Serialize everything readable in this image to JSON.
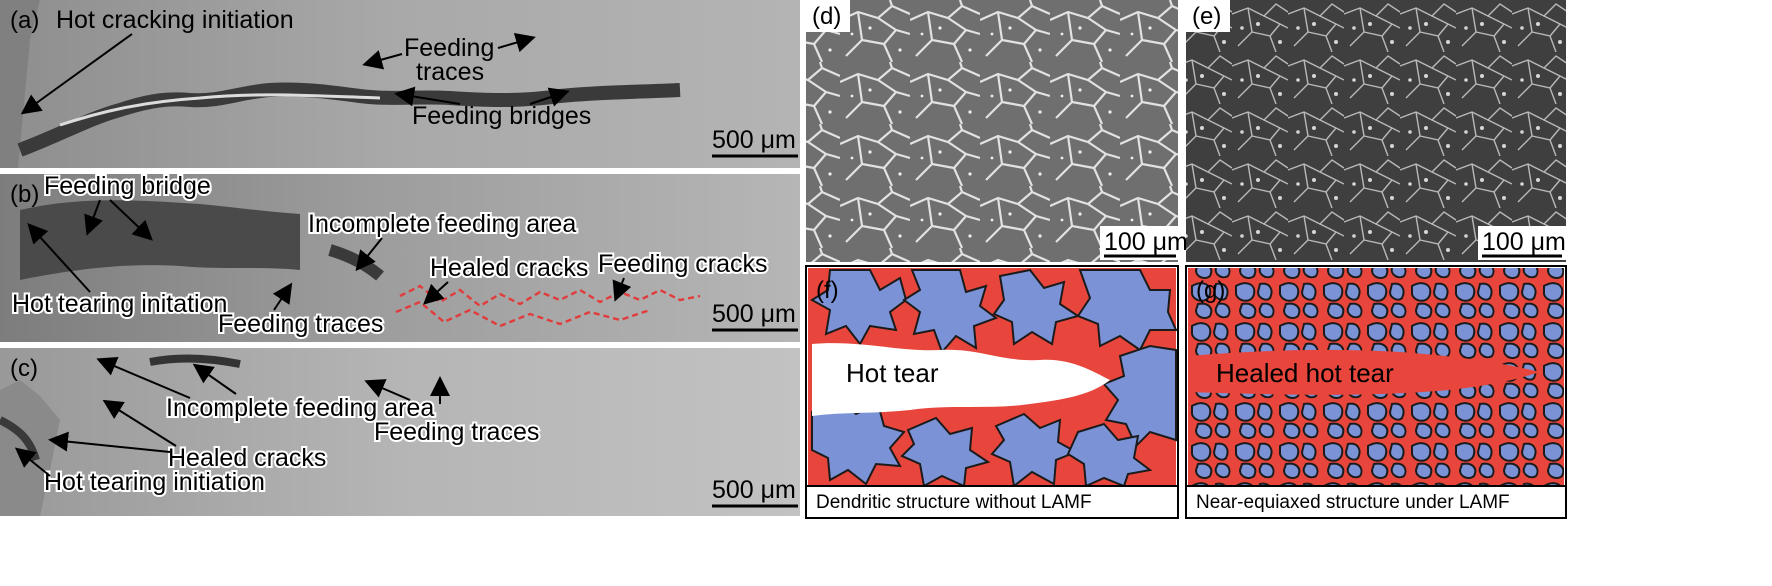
{
  "panels": {
    "a": {
      "tag": "(a)",
      "annotations": [
        "Hot cracking initiation",
        "Feeding",
        "traces",
        "Feeding bridges"
      ],
      "scale": "500 μm"
    },
    "b": {
      "tag": "(b)",
      "annotations": [
        "Feeding bridge",
        "Incomplete feeding area",
        "Healed cracks",
        "Feeding cracks",
        "Hot tearing initation",
        "Feeding traces"
      ],
      "scale": "500 μm"
    },
    "c": {
      "tag": "(c)",
      "annotations": [
        "Incomplete feeding area",
        "Feeding traces",
        "Healed cracks",
        "Hot tearing initiation"
      ],
      "scale": "500 μm"
    },
    "d": {
      "tag": "(d)",
      "scale": "100 μm"
    },
    "e": {
      "tag": "(e)",
      "scale": "100 μm"
    },
    "f": {
      "tag": "(f)",
      "label": "Hot tear",
      "caption": "Dendritic structure without LAMF"
    },
    "g": {
      "tag": "(g)",
      "label": "Healed hot tear",
      "caption": "Near-equiaxed structure under LAMF"
    }
  },
  "colors": {
    "grain_blue": "#7b93d6",
    "liquid_red": "#e8463c",
    "healed_crack_red": "#e23b3b",
    "sem_gray": "#a6a6a6",
    "dark_sem": "#3f3f3f"
  }
}
